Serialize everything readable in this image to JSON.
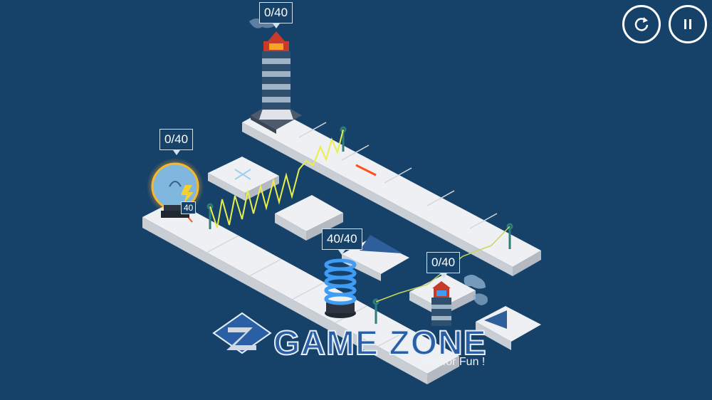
{
  "hud": {
    "restart_icon": "restart-icon",
    "pause_icon": "pause-icon"
  },
  "counters": {
    "lighthouse_top": "0/40",
    "bulb": "0/40",
    "coil": "40/40",
    "lighthouse_small": "0/40"
  },
  "bulb": {
    "charge_badge": "40"
  },
  "watermark": {
    "title": "GAME ZONE",
    "tagline": "Just for Fun !"
  },
  "colors": {
    "background": "#16426a",
    "tile_top": "#eef0f3",
    "tile_side": "#c9cdd4",
    "lightning": "#e9ef4a",
    "coil": "#3f9cf5",
    "lighthouse_red": "#c83a2a",
    "bulb_glow": "#f5b82e"
  }
}
